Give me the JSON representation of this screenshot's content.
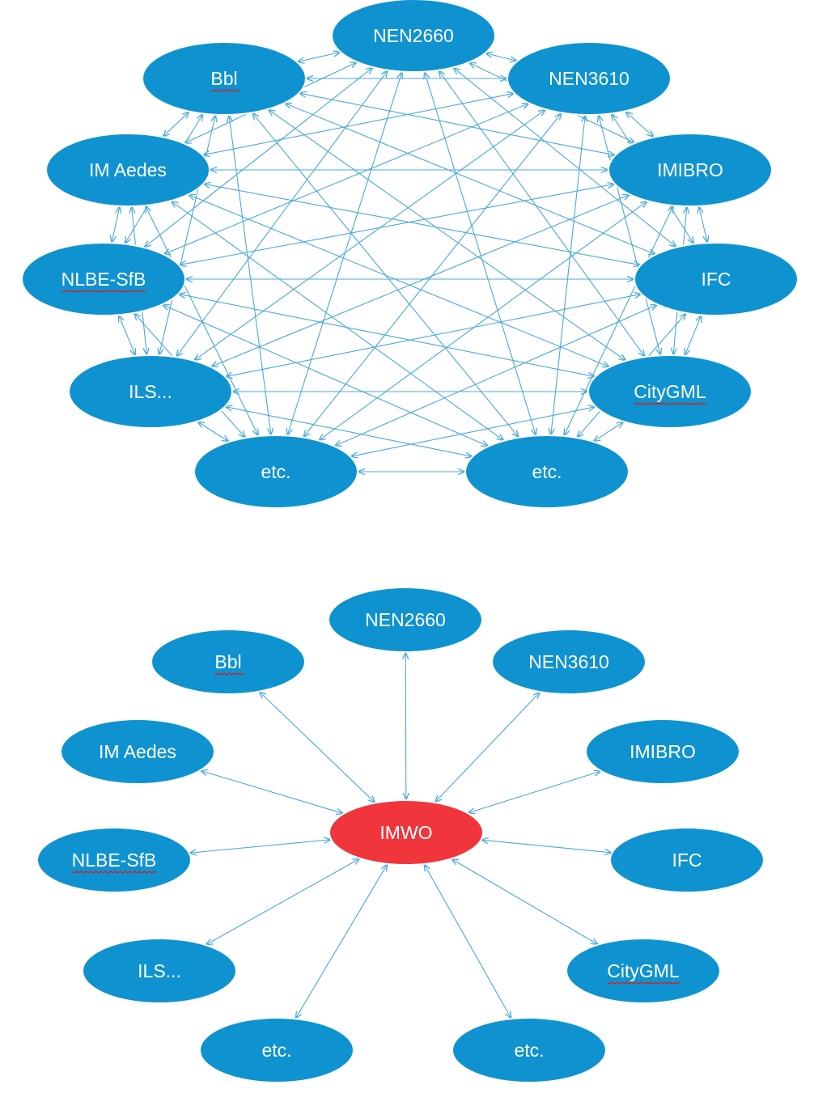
{
  "colors": {
    "node_fill": "#0f93d0",
    "center_fill": "#f0363c",
    "edge": "#4aa8d8",
    "label": "#ffffff",
    "spellcheck_underline": "#d81b1b"
  },
  "top_diagram": {
    "nodes": [
      {
        "id": "nen2660",
        "label": "NEN2660",
        "underlined": false
      },
      {
        "id": "nen3610",
        "label": "NEN3610",
        "underlined": false
      },
      {
        "id": "imibro",
        "label": "IMIBRO",
        "underlined": false
      },
      {
        "id": "ifc",
        "label": "IFC",
        "underlined": false
      },
      {
        "id": "citygml",
        "label": "CityGML",
        "underlined": true
      },
      {
        "id": "etc-right",
        "label": "etc.",
        "underlined": false
      },
      {
        "id": "etc-left",
        "label": "etc.",
        "underlined": false
      },
      {
        "id": "ils",
        "label": "ILS...",
        "underlined": false
      },
      {
        "id": "nlbe-sfb",
        "label": "NLBE-SfB",
        "underlined": true
      },
      {
        "id": "im-aedes",
        "label": "IM Aedes",
        "underlined": false
      },
      {
        "id": "bbl",
        "label": "Bbl",
        "underlined": true
      }
    ],
    "connection_pattern": "every node linked to every other node (bidirectional arrows)"
  },
  "bottom_diagram": {
    "center": {
      "id": "imwo",
      "label": "IMWO"
    },
    "nodes": [
      {
        "id": "nen2660",
        "label": "NEN2660",
        "underlined": false
      },
      {
        "id": "nen3610",
        "label": "NEN3610",
        "underlined": false
      },
      {
        "id": "imibro",
        "label": "IMIBRO",
        "underlined": false
      },
      {
        "id": "ifc",
        "label": "IFC",
        "underlined": false
      },
      {
        "id": "citygml",
        "label": "CityGML",
        "underlined": true
      },
      {
        "id": "etc-right",
        "label": "etc.",
        "underlined": false
      },
      {
        "id": "etc-left",
        "label": "etc.",
        "underlined": false
      },
      {
        "id": "ils",
        "label": "ILS...",
        "underlined": false
      },
      {
        "id": "nlbe-sfb",
        "label": "NLBE-SfB",
        "underlined": true
      },
      {
        "id": "im-aedes",
        "label": "IM Aedes",
        "underlined": false
      },
      {
        "id": "bbl",
        "label": "Bbl",
        "underlined": true
      }
    ],
    "connection_pattern": "each node linked to central IMWO node (bidirectional arrows)"
  }
}
